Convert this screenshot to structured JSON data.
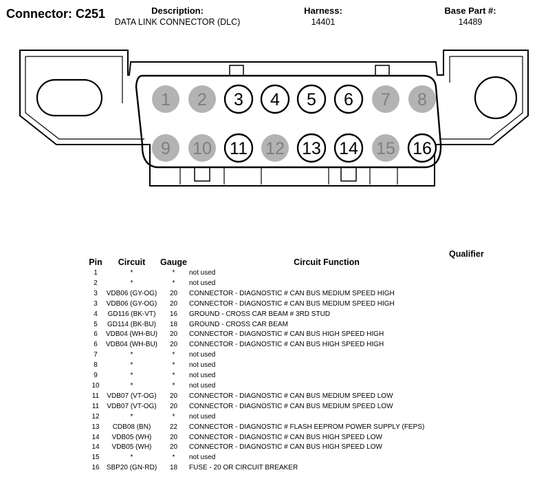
{
  "header": {
    "connector_label": "Connector: C251",
    "description_label": "Description:",
    "description_value": "DATA LINK CONNECTOR (DLC)",
    "harness_label": "Harness:",
    "harness_value": "14401",
    "base_part_label": "Base Part #:",
    "base_part_value": "14489"
  },
  "diagram": {
    "pins_row1": [
      {
        "num": "1",
        "used": false
      },
      {
        "num": "2",
        "used": false
      },
      {
        "num": "3",
        "used": true
      },
      {
        "num": "4",
        "used": true
      },
      {
        "num": "5",
        "used": true
      },
      {
        "num": "6",
        "used": true
      },
      {
        "num": "7",
        "used": false
      },
      {
        "num": "8",
        "used": false
      }
    ],
    "pins_row2": [
      {
        "num": "9",
        "used": false
      },
      {
        "num": "10",
        "used": false
      },
      {
        "num": "11",
        "used": true
      },
      {
        "num": "12",
        "used": false
      },
      {
        "num": "13",
        "used": true
      },
      {
        "num": "14",
        "used": true
      },
      {
        "num": "15",
        "used": false
      },
      {
        "num": "16",
        "used": true
      }
    ],
    "colors": {
      "unused_fill": "#b3b3b3",
      "unused_text": "#7f7f7f",
      "used_fill": "#ffffff",
      "used_text": "#000000"
    }
  },
  "table": {
    "headers": {
      "pin": "Pin",
      "circuit": "Circuit",
      "gauge": "Gauge",
      "function": "Circuit Function",
      "qualifier": "Qualifier"
    },
    "rows": [
      {
        "pin": "1",
        "circuit": "*",
        "gauge": "*",
        "function": "not used"
      },
      {
        "pin": "2",
        "circuit": "*",
        "gauge": "*",
        "function": "not used"
      },
      {
        "pin": "3",
        "circuit": "VDB06 (GY-OG)",
        "gauge": "20",
        "function": "CONNECTOR - DIAGNOSTIC # CAN BUS MEDIUM SPEED HIGH"
      },
      {
        "pin": "3",
        "circuit": "VDB06 (GY-OG)",
        "gauge": "20",
        "function": "CONNECTOR - DIAGNOSTIC # CAN BUS MEDIUM SPEED HIGH"
      },
      {
        "pin": "4",
        "circuit": "GD116 (BK-VT)",
        "gauge": "16",
        "function": "GROUND - CROSS CAR BEAM # 3RD STUD"
      },
      {
        "pin": "5",
        "circuit": "GD114 (BK-BU)",
        "gauge": "18",
        "function": "GROUND - CROSS CAR BEAM"
      },
      {
        "pin": "6",
        "circuit": "VDB04 (WH-BU)",
        "gauge": "20",
        "function": "CONNECTOR - DIAGNOSTIC # CAN BUS HIGH SPEED HIGH"
      },
      {
        "pin": "6",
        "circuit": "VDB04 (WH-BU)",
        "gauge": "20",
        "function": "CONNECTOR - DIAGNOSTIC # CAN BUS HIGH SPEED HIGH"
      },
      {
        "pin": "7",
        "circuit": "*",
        "gauge": "*",
        "function": "not used"
      },
      {
        "pin": "8",
        "circuit": "*",
        "gauge": "*",
        "function": "not used"
      },
      {
        "pin": "9",
        "circuit": "*",
        "gauge": "*",
        "function": "not used"
      },
      {
        "pin": "10",
        "circuit": "*",
        "gauge": "*",
        "function": "not used"
      },
      {
        "pin": "11",
        "circuit": "VDB07 (VT-OG)",
        "gauge": "20",
        "function": "CONNECTOR - DIAGNOSTIC # CAN BUS MEDIUM SPEED LOW"
      },
      {
        "pin": "11",
        "circuit": "VDB07 (VT-OG)",
        "gauge": "20",
        "function": "CONNECTOR - DIAGNOSTIC # CAN BUS MEDIUM SPEED LOW"
      },
      {
        "pin": "12",
        "circuit": "*",
        "gauge": "*",
        "function": "not used"
      },
      {
        "pin": "13",
        "circuit": "CDB08 (BN)",
        "gauge": "22",
        "function": "CONNECTOR - DIAGNOSTIC # FLASH EEPROM POWER SUPPLY (FEPS)"
      },
      {
        "pin": "14",
        "circuit": "VDB05 (WH)",
        "gauge": "20",
        "function": "CONNECTOR - DIAGNOSTIC # CAN BUS HIGH SPEED LOW"
      },
      {
        "pin": "14",
        "circuit": "VDB05 (WH)",
        "gauge": "20",
        "function": "CONNECTOR - DIAGNOSTIC # CAN BUS HIGH SPEED LOW"
      },
      {
        "pin": "15",
        "circuit": "*",
        "gauge": "*",
        "function": "not used"
      },
      {
        "pin": "16",
        "circuit": "SBP20 (GN-RD)",
        "gauge": "18",
        "function": "FUSE - 20 OR CIRCUIT BREAKER"
      }
    ]
  }
}
